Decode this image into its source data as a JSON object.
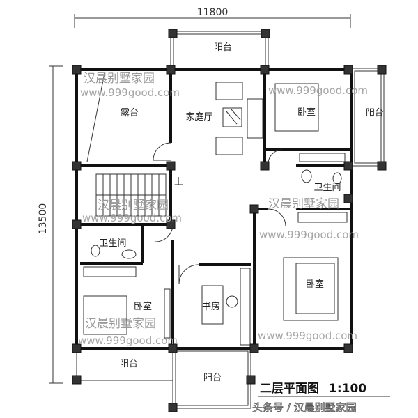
{
  "dimensions": {
    "width": "11800",
    "height": "13500"
  },
  "rooms": {
    "balcony_top": "阳台",
    "terrace": "露台",
    "family_hall": "家庭厅",
    "bedroom_top_right": "卧室",
    "balcony_right": "阳台",
    "bathroom_right": "卫生间",
    "bathroom_left": "卫生间",
    "bedroom_left": "卧室",
    "study": "书房",
    "bedroom_right": "卧室",
    "balcony_bottom_left": "阳台",
    "balcony_bottom_mid": "阳台"
  },
  "stair_label": "上",
  "title": "二层平面图",
  "scale": "1:100",
  "watermark": {
    "name": "汉晨别墅家园",
    "url": "www.999good.com"
  },
  "credit": "头条号 / 汉晨别墅家园"
}
